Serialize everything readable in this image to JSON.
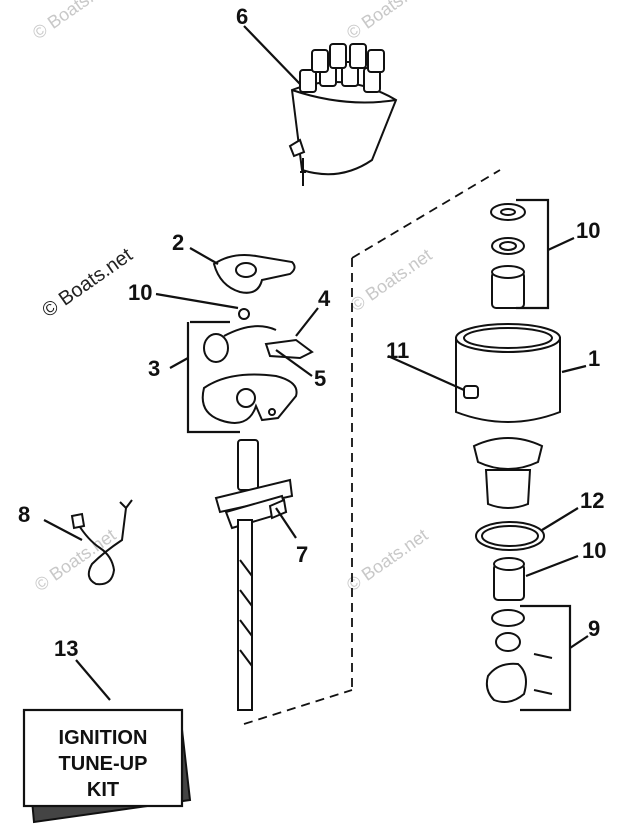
{
  "diagram": {
    "watermark": "© Boats.net",
    "callouts": {
      "c1": "1",
      "c2": "2",
      "c3": "3",
      "c4": "4",
      "c5": "5",
      "c6": "6",
      "c7": "7",
      "c8": "8",
      "c9": "9",
      "c10a": "10",
      "c10b": "10",
      "c10c": "10",
      "c11": "11",
      "c12": "12",
      "c13": "13"
    },
    "kit_box": {
      "line1": "IGNITION",
      "line2": "TUNE-UP",
      "line3": "KIT"
    }
  }
}
